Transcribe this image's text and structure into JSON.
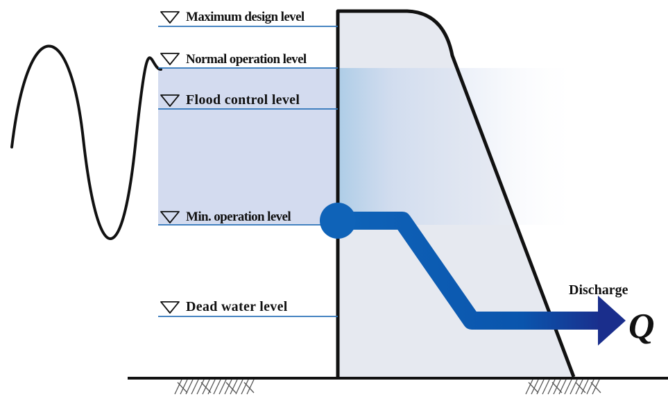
{
  "levels": {
    "maximum_design": "Maximum design level",
    "normal_operation": "Normal operation level",
    "flood_control": "Flood control level",
    "min_operation": "Min. operation level",
    "dead_water": "Dead water level"
  },
  "discharge": {
    "label": "Discharge",
    "symbol": "Q"
  },
  "colors": {
    "reservoir_water": "#d3dbef",
    "dam_body": "#e6e9f0",
    "outlet_pipe": "#0d5fb4",
    "level_line": "#2b73b8",
    "outline": "#111111"
  },
  "icons": {
    "level_marker": "inverted-triangle-icon",
    "wave": "sine-wave-icon",
    "ground_hatch": "hatched-ground-icon",
    "discharge_arrow": "arrow-right-icon"
  }
}
